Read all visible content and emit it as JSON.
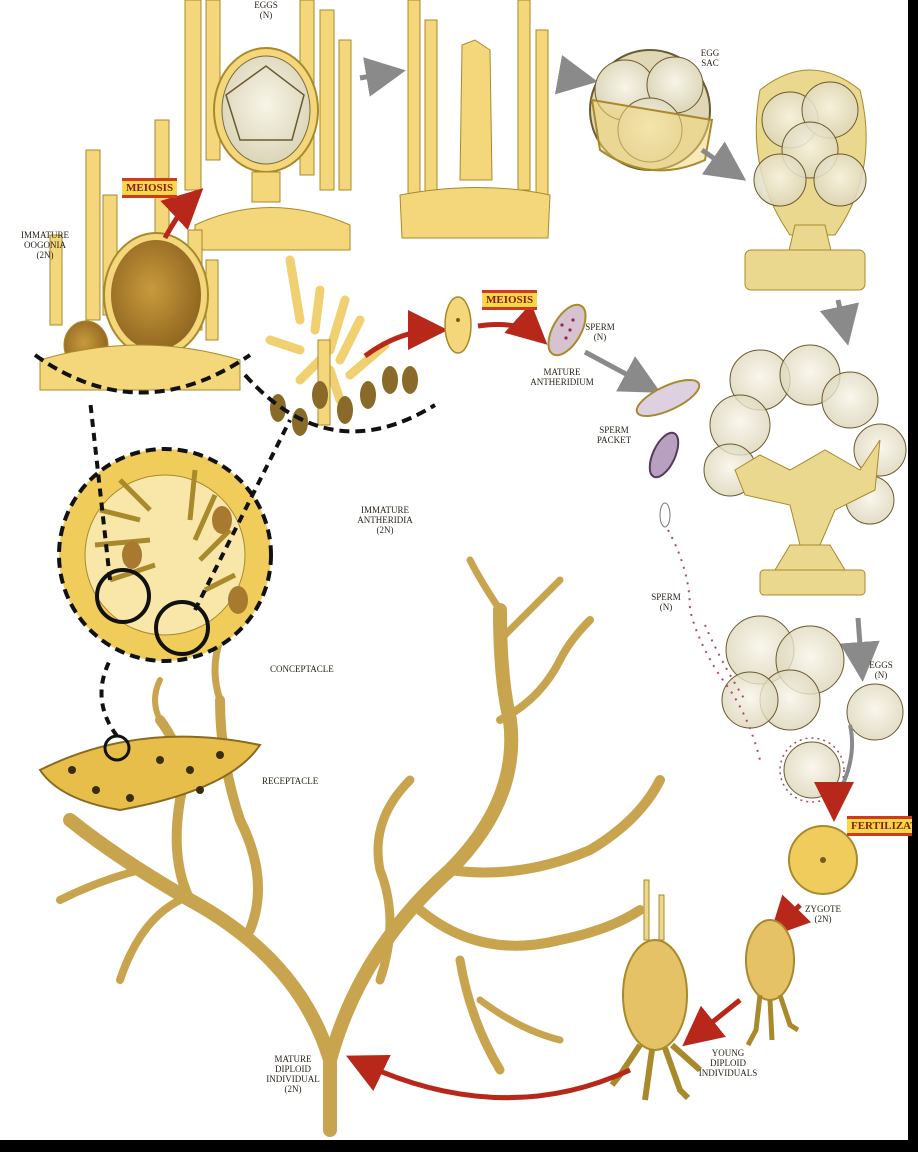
{
  "colors": {
    "background": "#ffffff",
    "frame": "#000000",
    "cell_fill": "#f3d77a",
    "cell_stroke": "#a88a2c",
    "thallus": "#d7b868",
    "egg_fill": "#f3eed8",
    "meiosis_band": "#d23a1e",
    "meiosis_fill": "#f6d84a",
    "red_arrow": "#b8281a",
    "gray_arrow": "#8a8a8a"
  },
  "labels": {
    "eggs_top": [
      "EGGS",
      "(n)"
    ],
    "egg_sac": [
      "EGG",
      "SAC"
    ],
    "meiosis_1": "MEIOSIS",
    "meiosis_2": "MEIOSIS",
    "immature_oogonia": [
      "IMMATURE",
      "OOGONIA",
      "(2n)"
    ],
    "sperm_top": [
      "SPERM",
      "(n)"
    ],
    "mature_antheridium": [
      "MATURE",
      "ANTHERIDIUM"
    ],
    "sperm_packet": [
      "SPERM",
      "PACKET"
    ],
    "immature_antheridia": [
      "IMMATURE",
      "ANTHERIDIA",
      "(2n)"
    ],
    "sperm_mid": [
      "SPERM",
      "(n)"
    ],
    "conceptacle": "CONCEPTACLE",
    "eggs_right": [
      "EGGS",
      "(n)"
    ],
    "receptacle": "RECEPTACLE",
    "fertilization": "FERTILIZATION",
    "zygote": [
      "ZYGOTE",
      "(2n)"
    ],
    "young_diploid": [
      "YOUNG",
      "DIPLOID",
      "INDIVIDUALS"
    ],
    "mature_diploid": [
      "MATURE",
      "DIPLOID",
      "INDIVIDUAL",
      "(2n)"
    ]
  }
}
